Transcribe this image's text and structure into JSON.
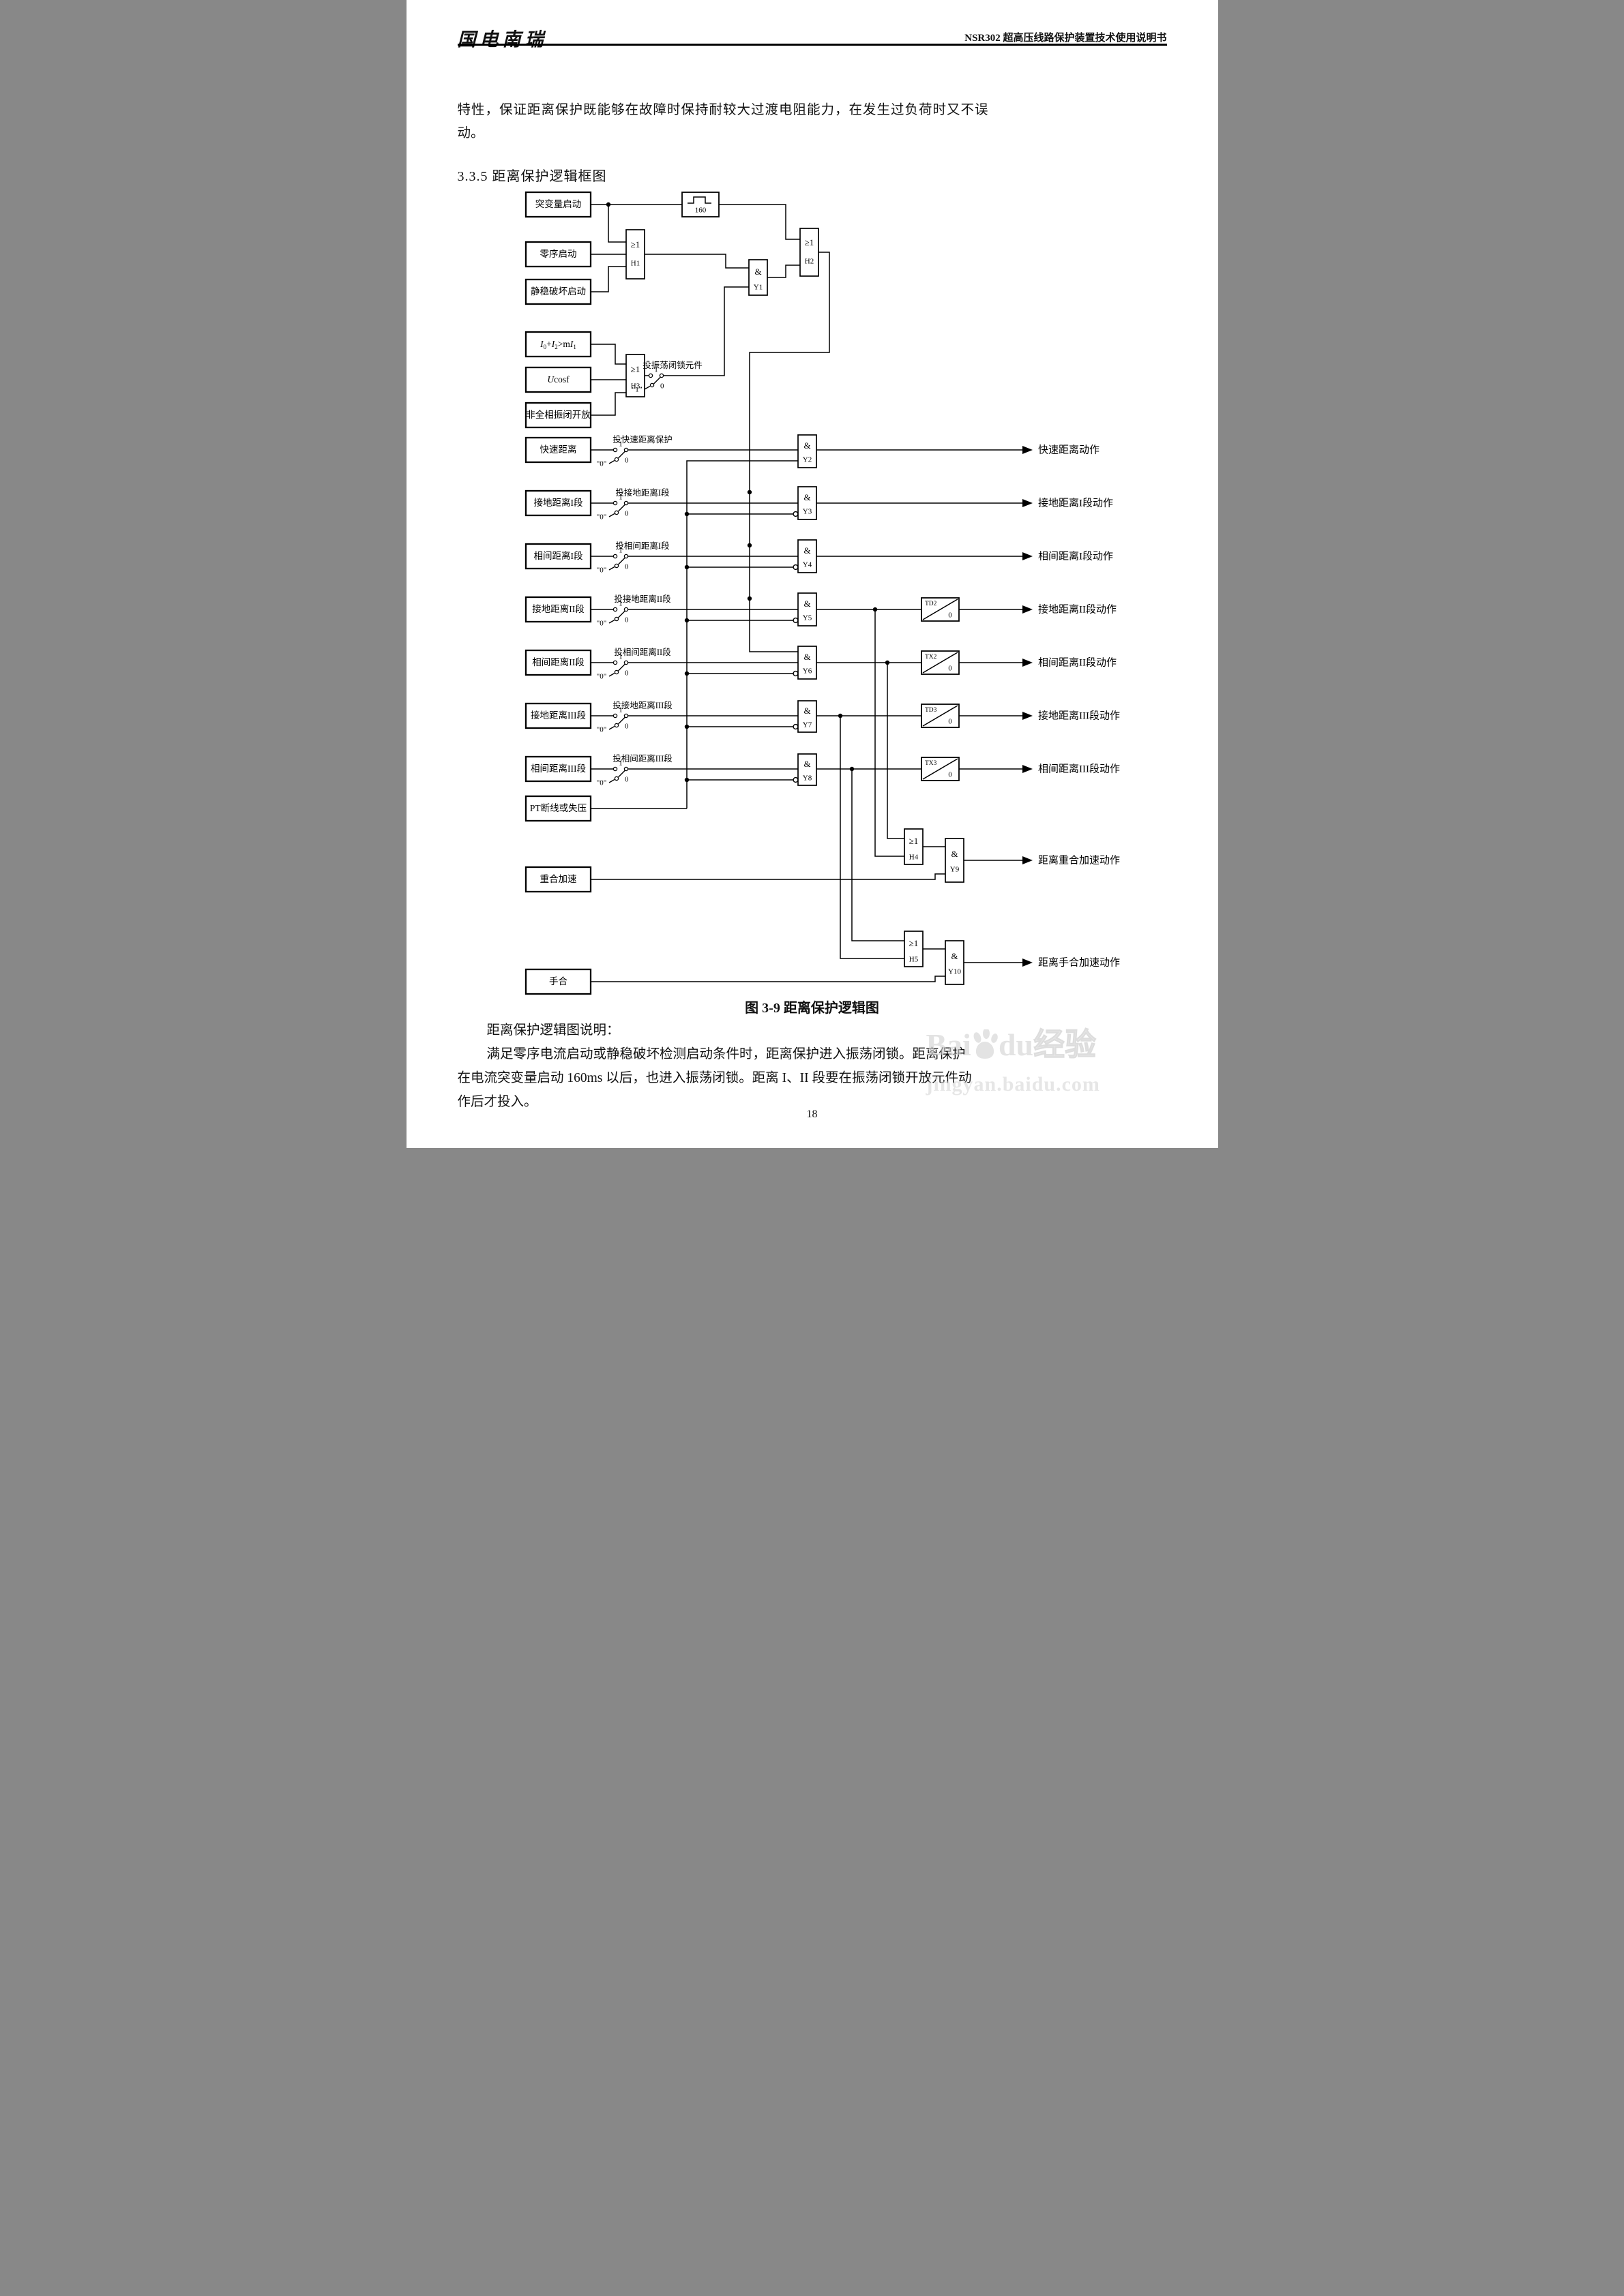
{
  "header": {
    "logo": "国电南瑞",
    "title": "NSR302 超高压线路保护装置技术使用说明书"
  },
  "intro": {
    "line1": "特性，保证距离保护既能够在故障时保持耐较大过渡电阻能力，在发生过负荷时又不误",
    "line2": "动。"
  },
  "section": {
    "heading": "3.3.5 距离保护逻辑框图"
  },
  "diagram": {
    "inputs": {
      "sudden": "突变量启动",
      "zeroseq": "零序启动",
      "stability": "静稳破坏启动",
      "i0parts": [
        "I",
        "0",
        "+",
        "I",
        "2",
        ">m",
        "I",
        "1"
      ],
      "ucosf": {
        "u": "U",
        "rest": "cosf"
      },
      "openphase": "非全相振闭开放",
      "fast": "快速距离",
      "gnd1": "接地距离I段",
      "ph1": "相间距离I段",
      "gnd2": "接地距离II段",
      "ph2": "相间距离II段",
      "gnd3": "接地距离III段",
      "ph3": "相间距离III段",
      "ptfail": "PT断线或失压",
      "reclose": "重合加速",
      "manual": "手合"
    },
    "gates": {
      "h1": {
        "sym": "≥1",
        "id": "H1"
      },
      "h2": {
        "sym": "≥1",
        "id": "H2"
      },
      "h3": {
        "sym": "≥1",
        "id": "H3"
      },
      "h4": {
        "sym": "≥1",
        "id": "H4"
      },
      "h5": {
        "sym": "≥1",
        "id": "H5"
      },
      "y1": {
        "sym": "&",
        "id": "Y1"
      },
      "y2": {
        "sym": "&",
        "id": "Y2"
      },
      "y3": {
        "sym": "&",
        "id": "Y3"
      },
      "y4": {
        "sym": "&",
        "id": "Y4"
      },
      "y5": {
        "sym": "&",
        "id": "Y5"
      },
      "y6": {
        "sym": "&",
        "id": "Y6"
      },
      "y7": {
        "sym": "&",
        "id": "Y7"
      },
      "y8": {
        "sym": "&",
        "id": "Y8"
      },
      "y9": {
        "sym": "&",
        "id": "Y9"
      },
      "y10": {
        "sym": "&",
        "id": "Y10"
      }
    },
    "timers": {
      "t160": "160",
      "td2": {
        "id": "TD2",
        "zero": "0"
      },
      "tx2": {
        "id": "TX2",
        "zero": "0"
      },
      "td3": {
        "id": "TD3",
        "zero": "0"
      },
      "tx3": {
        "id": "TX3",
        "zero": "0"
      }
    },
    "switches": {
      "osc": {
        "label": "投振荡闭锁元件",
        "on": "1",
        "off": "0",
        "setting": "“1”"
      },
      "fast": {
        "label": "投快速距离保护",
        "on": "1",
        "off": "0",
        "setting": "\"0\""
      },
      "gnd1": {
        "label": "投接地距离I段",
        "on": "1",
        "off": "0",
        "setting": "\"0\""
      },
      "ph1": {
        "label": "投相间距离I段",
        "on": "1",
        "off": "0",
        "setting": "\"0\""
      },
      "gnd2": {
        "label": "投接地距离II段",
        "on": "1",
        "off": "0",
        "setting": "\"0\""
      },
      "ph2": {
        "label": "投相间距离II段",
        "on": "1",
        "off": "0",
        "setting": "\"0\""
      },
      "gnd3": {
        "label": "投接地距离III段",
        "on": "1",
        "off": "0",
        "setting": "\"0\""
      },
      "ph3": {
        "label": "投相间距离III段",
        "on": "1",
        "off": "0",
        "setting": "\"0\""
      }
    },
    "outputs": {
      "fast": "快速距离动作",
      "gnd1": "接地距离I段动作",
      "ph1": "相间距离I段动作",
      "gnd2": "接地距离II段动作",
      "ph2": "相间距离II段动作",
      "gnd3": "接地距离III段动作",
      "ph3": "相间距离III段动作",
      "reclose": "距离重合加速动作",
      "manual": "距离手合加速动作"
    },
    "caption": "图 3-9 距离保护逻辑图"
  },
  "notes": {
    "intro": "距离保护逻辑图说明：",
    "line1": "满足零序电流启动或静稳破坏检测启动条件时，距离保护进入振荡闭锁。距离保护",
    "line2": "在电流突变量启动 160ms 以后，也进入振荡闭锁。距离 I、II 段要在振荡闭锁开放元件动",
    "line3": "作后才投入。"
  },
  "footer": {
    "page": "18"
  },
  "watermark": {
    "brand1": "Bai",
    "brand2": "du",
    "suffix": "经验",
    "url": "jingyan.baidu.com"
  }
}
